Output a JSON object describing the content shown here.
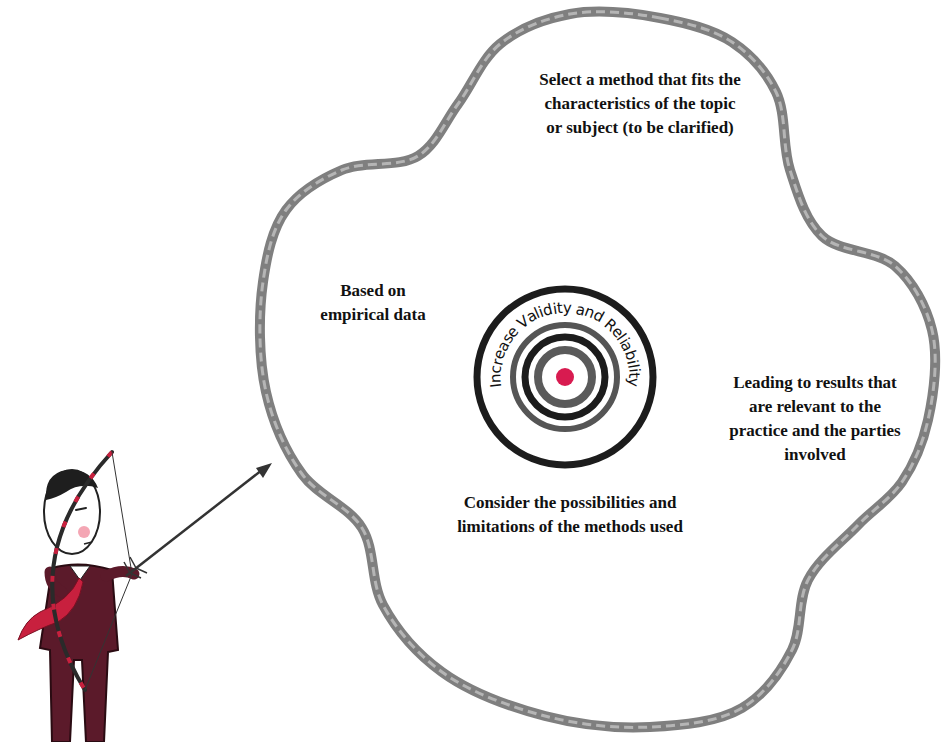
{
  "diagram": {
    "nodes": [
      {
        "text": [
          "Select a method that fits the characteristics of the topic or subject (to be clarified)",
          "Based on empirical data",
          "Leading to results that are relevant to the practice and the parties involved",
          "Consider the possibilities and limitations of the methods used"
        ]
      },
      {
        "text": [
          "Increase Validity and Reliability"
        ],
        "in": 0
      }
    ]
  }
}
